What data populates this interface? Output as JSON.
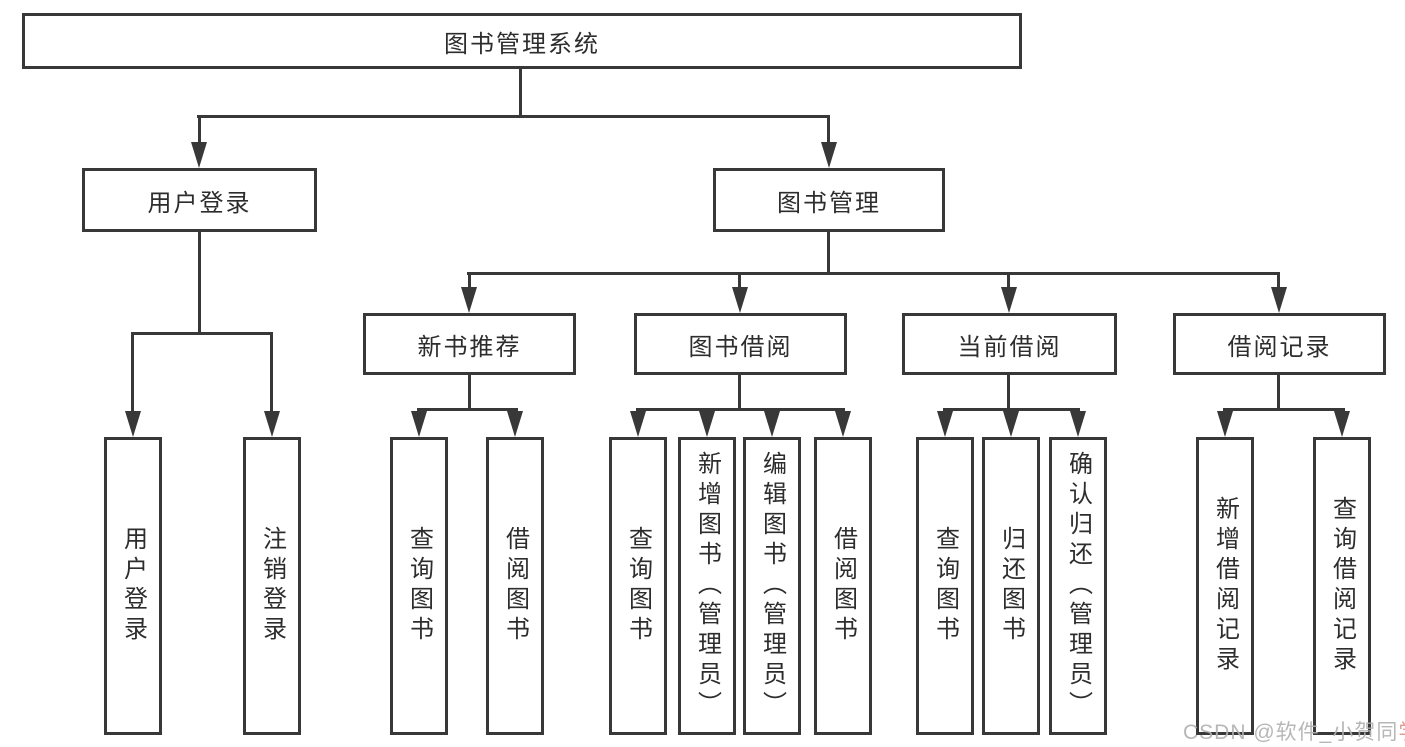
{
  "tree": {
    "root": {
      "label": "图书管理系统"
    },
    "user_branch": {
      "label": "用户登录",
      "children": [
        {
          "label": "用户登录"
        },
        {
          "label": "注销登录"
        }
      ]
    },
    "book_branch": {
      "label": "图书管理",
      "groups": [
        {
          "label": "新书推荐",
          "children": [
            {
              "label": "查询图书"
            },
            {
              "label": "借阅图书"
            }
          ]
        },
        {
          "label": "图书借阅",
          "children": [
            {
              "label": "查询图书"
            },
            {
              "label": "新增图书（管理员）"
            },
            {
              "label": "编辑图书（管理员）"
            },
            {
              "label": "借阅图书"
            }
          ]
        },
        {
          "label": "当前借阅",
          "children": [
            {
              "label": "查询图书"
            },
            {
              "label": "归还图书"
            },
            {
              "label": "确认归还（管理员）"
            }
          ]
        },
        {
          "label": "借阅记录",
          "children": [
            {
              "label": "新增借阅记录"
            },
            {
              "label": "查询借阅记录"
            }
          ]
        }
      ]
    }
  },
  "watermark": {
    "prefix": "CSDN @软件_小贺同",
    "suffix": "学"
  },
  "colors": {
    "line": "#383838",
    "text": "#2d2d2d",
    "box_background": "#ffffff",
    "watermark_gray": "#b1b1b1",
    "watermark_accent": "#e1978e",
    "background": "#ffffff"
  }
}
